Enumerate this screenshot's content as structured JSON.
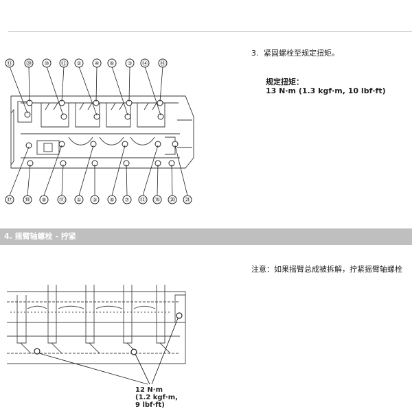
{
  "step3": {
    "number": "3.",
    "text": "紧固螺栓至规定扭矩。",
    "spec_label": "规定扭矩：",
    "spec_value": "13 N·m (1.3 kgf·m, 10 lbf·ft)"
  },
  "top_callouts": [
    "⑬",
    "⑳",
    "⑩",
    "⑫",
    "②",
    "④",
    "⑥",
    "③",
    "⑭",
    "⑯"
  ],
  "bottom_callouts": [
    "⑰",
    "⑲",
    "⑨",
    "⑪",
    "①",
    "③",
    "⑤",
    "⑦",
    "⑬",
    "⑮",
    "⑳",
    "㉑"
  ],
  "section4": {
    "title": "4. 摇臂轴螺栓 - 拧紧"
  },
  "note": {
    "text": "注意：如果摇臂总成被拆解，拧紧摇臂轴螺栓"
  },
  "torque2": {
    "line1": "12 N·m",
    "line2": "(1.2 kgf·m,",
    "line3": "9 lbf·ft)"
  }
}
